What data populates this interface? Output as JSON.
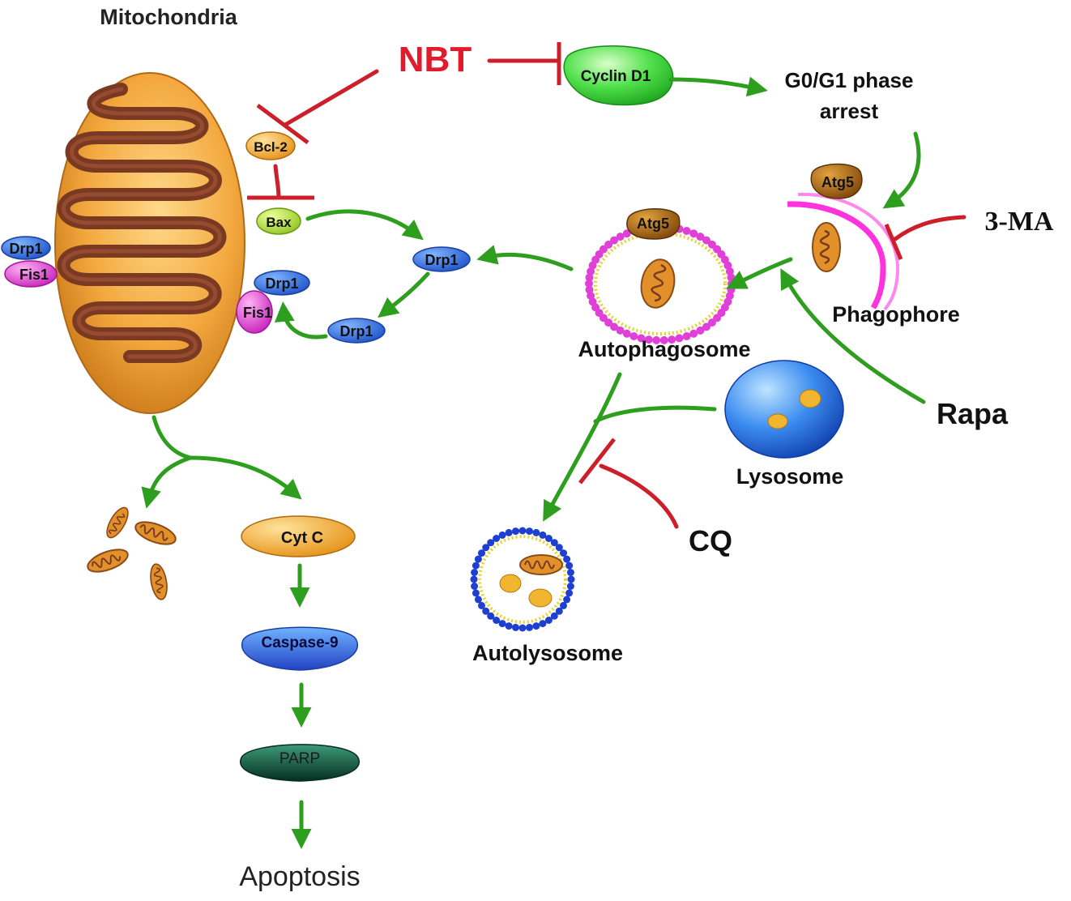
{
  "labels": {
    "mitochondria": "Mitochondria",
    "nbt": "NBT",
    "cyclin_d1": "Cyclin D1",
    "g0g1_line1": "G0/G1 phase",
    "g0g1_line2": "arrest",
    "atg5_phagophore": "Atg5",
    "atg5_autophagosome": "Atg5",
    "three_ma": "3-MA",
    "phagophore": "Phagophore",
    "autophagosome": "Autophagosome",
    "rapa": "Rapa",
    "lysosome": "Lysosome",
    "cq": "CQ",
    "autolysosome": "Autolysosome",
    "bcl2": "Bcl-2",
    "bax": "Bax",
    "drp1_left": "Drp1",
    "fis1_left": "Fis1",
    "drp1_right": "Drp1",
    "fis1_right": "Fis1",
    "drp1_center": "Drp1",
    "drp1_lower": "Drp1",
    "cyt_c": "Cyt C",
    "caspase9": "Caspase-9",
    "parp": "PARP",
    "apoptosis": "Apoptosis"
  },
  "colors": {
    "activation_arrow": "#2e9e1e",
    "inhibition": "#cc1f2a",
    "nbt_text": "#e11b2c",
    "mito_fill": "#f3a83e",
    "mito_crista": "#7a3a22",
    "drp1": "#2f6fe0",
    "fis1": "#e040d8",
    "phagophore": "#ff33dd",
    "lysosome": "#1f6fe0",
    "cyclin": "#3fe03a",
    "cytc": "#f5b12c",
    "caspase": "#2e6fe0",
    "parp": "#0c4a36"
  }
}
